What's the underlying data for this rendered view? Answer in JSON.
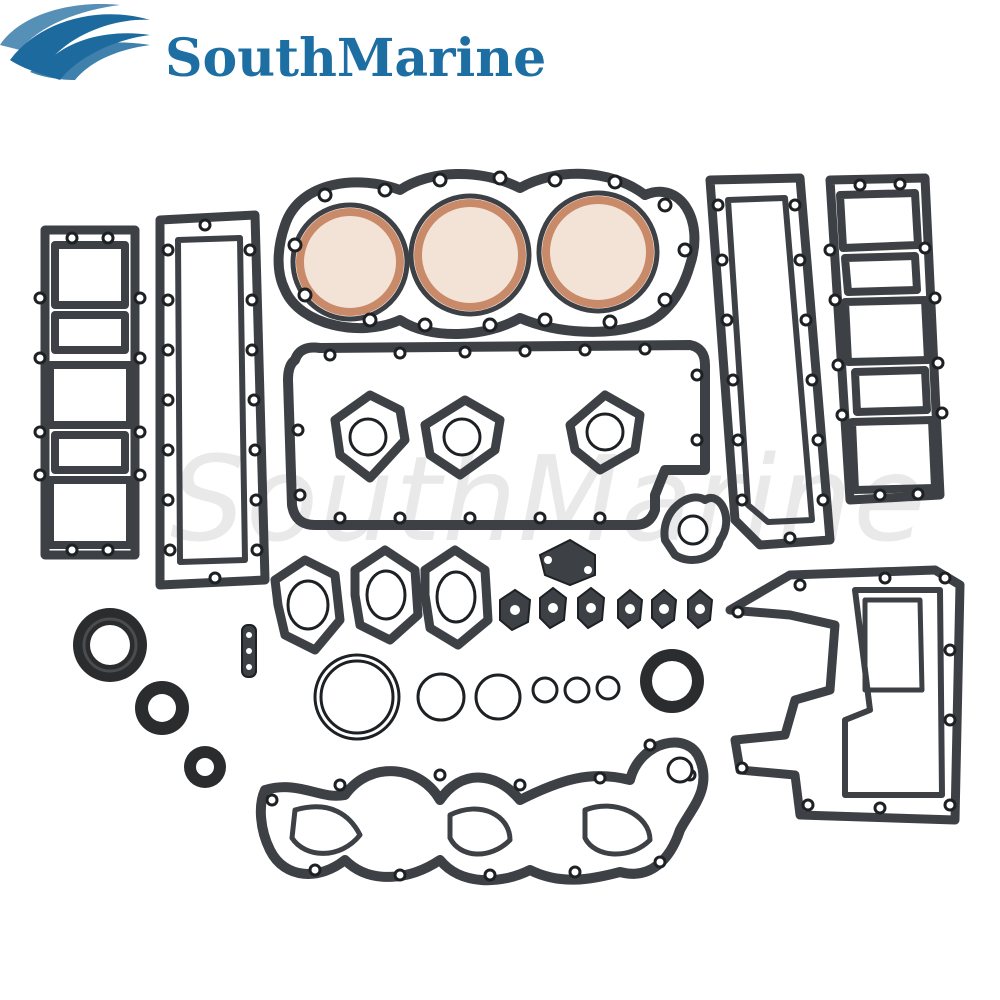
{
  "brand": {
    "name": "SouthMarine",
    "logo_color": "#1d6b9e",
    "text_color": "#1c6ea3"
  },
  "watermark": {
    "text": "SouthMarine",
    "color": "#cfcfcf"
  },
  "colors": {
    "gasket_dark": "#3d4145",
    "gasket_edge": "#1e2124",
    "copper": "#c98a6a",
    "seal": "#2a2c2e"
  },
  "product": {
    "type": "outboard engine gasket kit"
  }
}
